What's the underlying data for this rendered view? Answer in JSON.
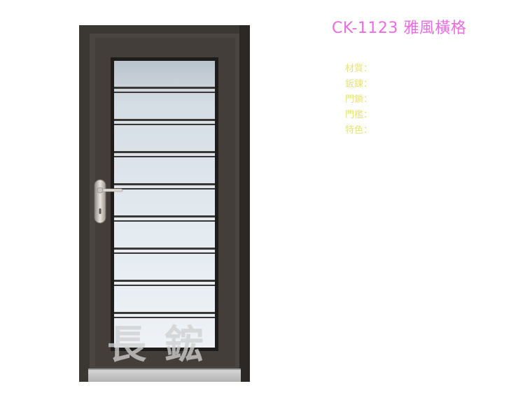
{
  "product": {
    "title": "CK-1123 雅風橫格"
  },
  "specs": [
    {
      "label": "材質："
    },
    {
      "label": "鈑鍊："
    },
    {
      "label": "門鎖："
    },
    {
      "label": "門檻："
    },
    {
      "label": "特色："
    }
  ],
  "watermark": {
    "text": "長鋐"
  },
  "colors": {
    "title": "#e86ee0",
    "specs": "#e6e277",
    "door_frame": "#3a3632",
    "glass": "#dfe7ee",
    "threshold": "#c8c8c8"
  }
}
